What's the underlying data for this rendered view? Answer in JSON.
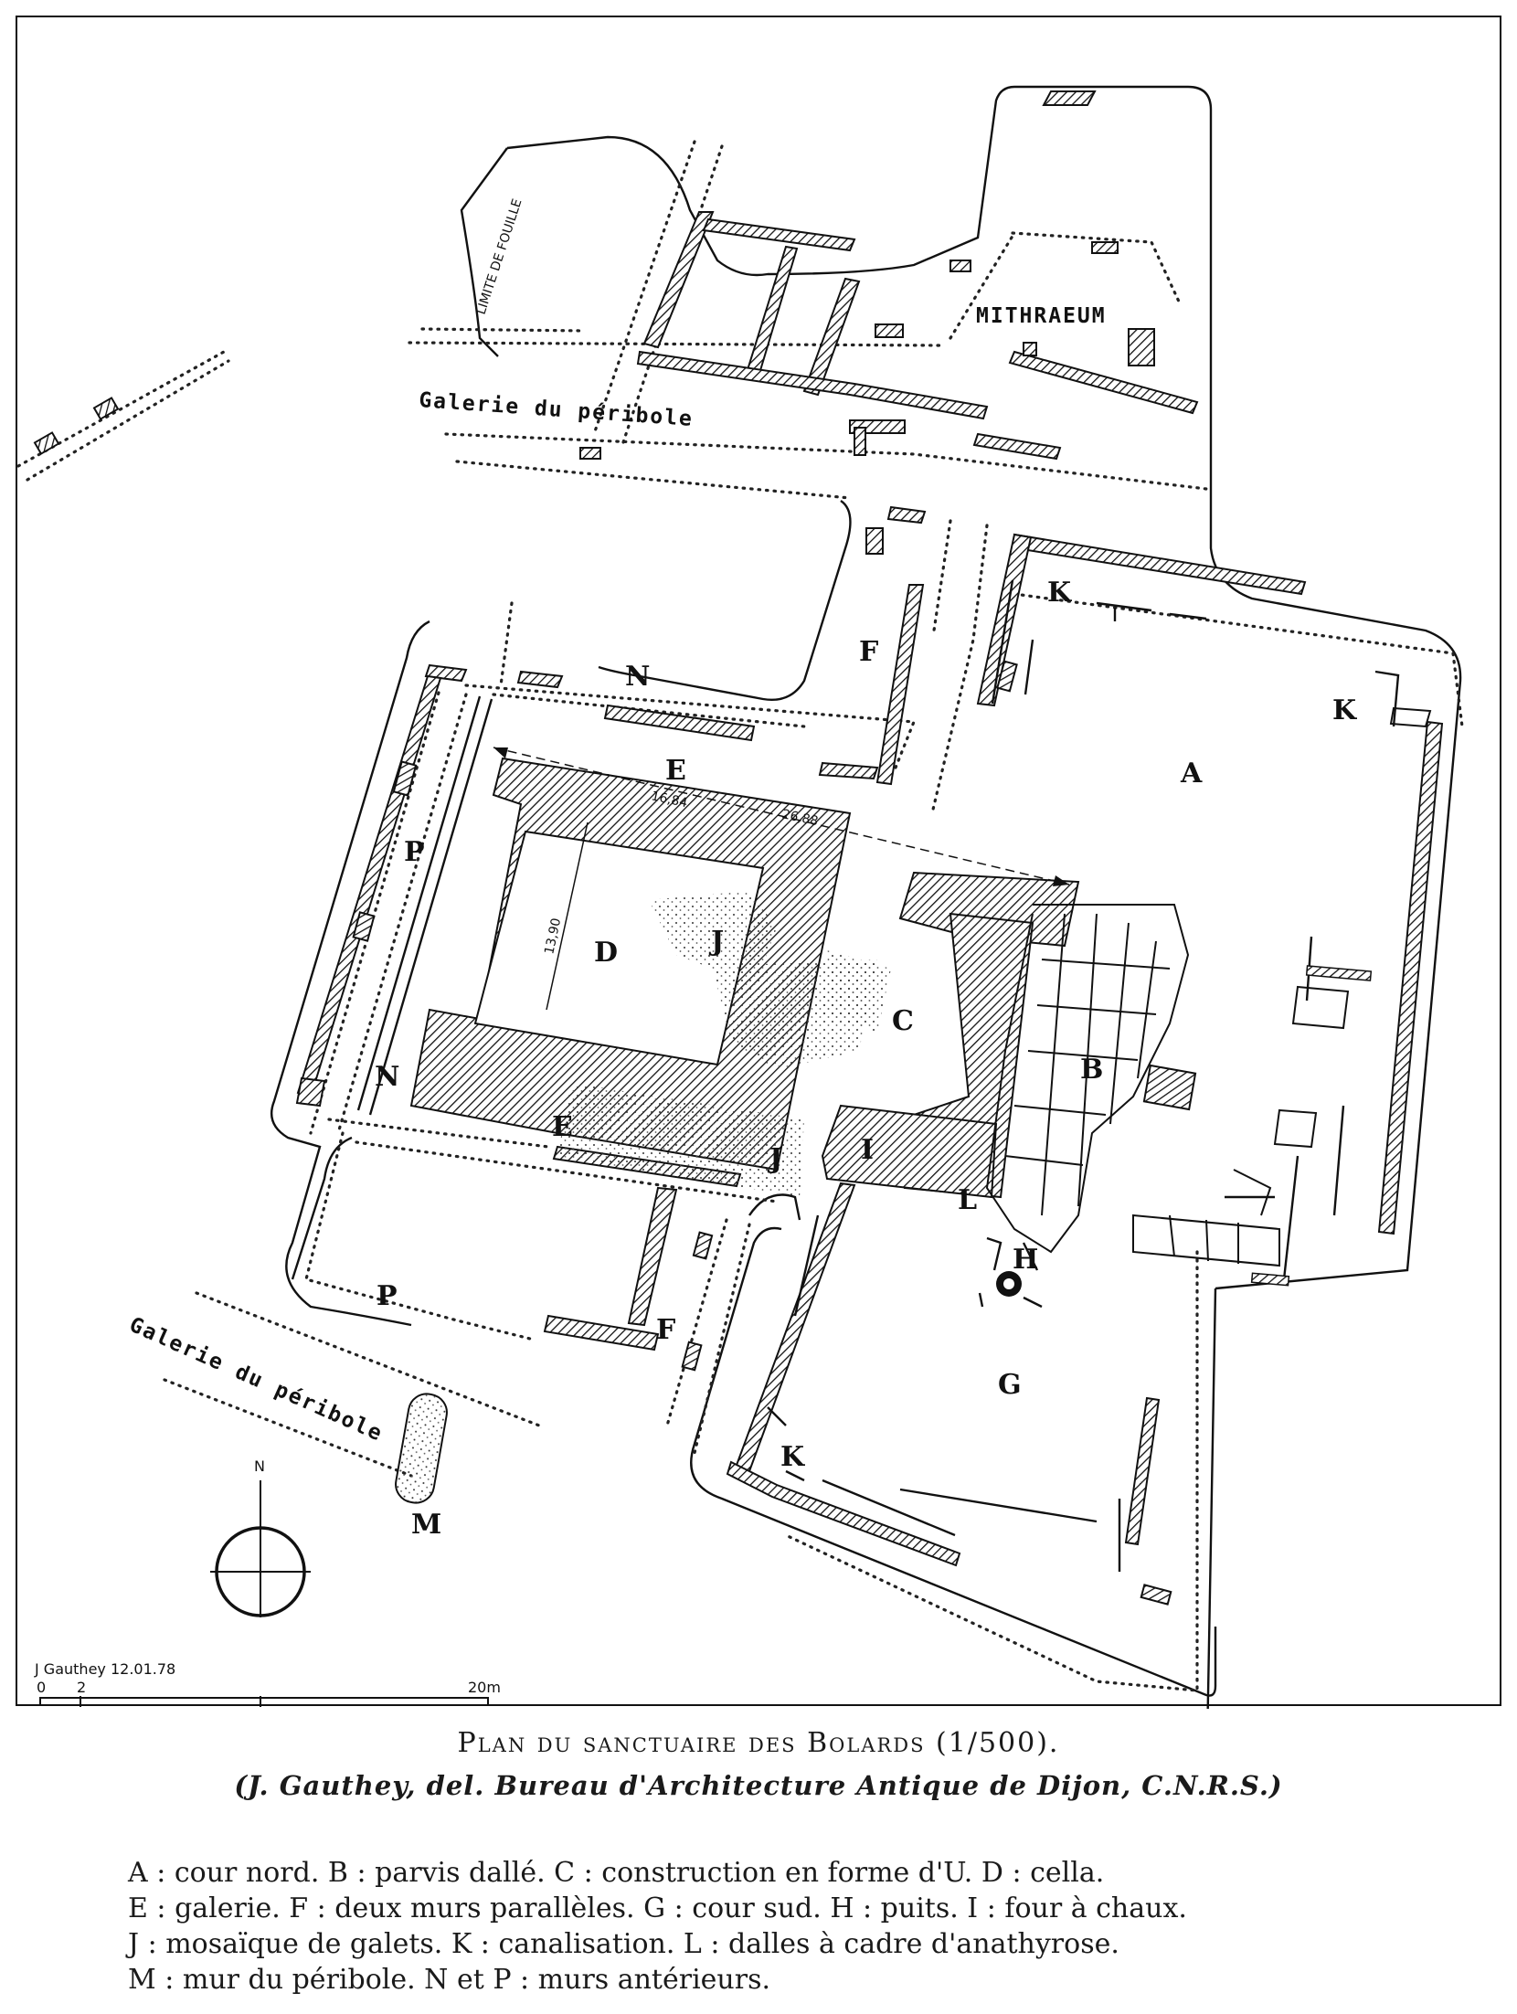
{
  "labels": {
    "A": "A",
    "B": "B",
    "C": "C",
    "D": "D",
    "E": "E",
    "F": "F",
    "G": "G",
    "H": "H",
    "I": "I",
    "J": "J",
    "K": "K",
    "L": "L",
    "M": "M",
    "N": "N",
    "P": "P"
  },
  "mithraeum": "MITHRAEUM",
  "limite": "LIMITE DE FOUILLE",
  "galerie": "Galerie du péribole",
  "north": "N",
  "dimensions": {
    "d1": "16,84",
    "d2": "26,88",
    "d3": "13,90"
  },
  "signature": "J Gauthey 12.01.78",
  "scale": {
    "t0": "0",
    "t2": "2",
    "t20": "20m"
  },
  "caption": {
    "title": "Plan du sanctuaire des Bolards (1/500).",
    "credit": "(J. Gauthey, del. Bureau d'Architecture Antique de Dijon, C.N.R.S.)"
  },
  "legend": [
    "A : cour nord. B : parvis dallé. C : construction en forme d'U. D : cella.",
    "E : galerie. F : deux murs parallèles. G : cour sud. H : puits. I : four à chaux.",
    "J : mosaïque de galets. K : canalisation. L : dalles à cadre d'anathyrose.",
    "M : mur du péribole. N et P : murs antérieurs."
  ]
}
